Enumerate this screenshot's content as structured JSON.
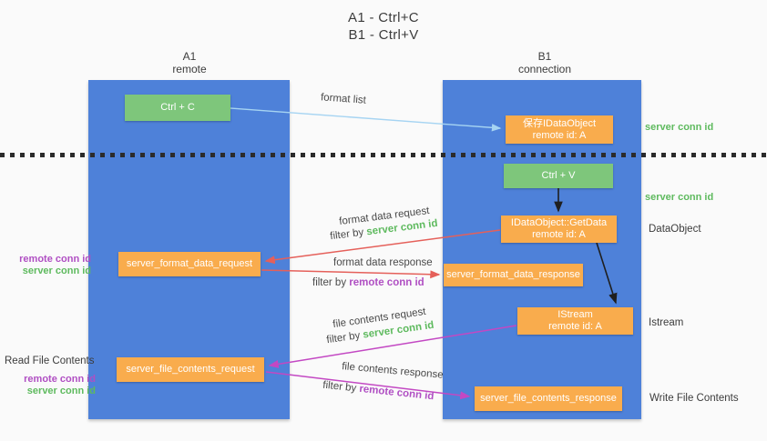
{
  "title": {
    "line1": "A1 - Ctrl+C",
    "line2": "B1 - Ctrl+V"
  },
  "columns": {
    "a1": {
      "name": "A1",
      "subtitle": "remote"
    },
    "b1": {
      "name": "B1",
      "subtitle": "connection"
    }
  },
  "nodes": {
    "ctrl_c": {
      "label": "Ctrl + C"
    },
    "ctrl_v": {
      "label": "Ctrl + V"
    },
    "save_idataobject": {
      "line1": "保存IDataObject",
      "line2": "remote id: A"
    },
    "idataobject_getdata": {
      "line1": "IDataObject::GetData",
      "line2": "remote id: A"
    },
    "istream": {
      "line1": "IStream",
      "line2": "remote id: A"
    },
    "server_format_data_request": {
      "label": "server_format_data_request"
    },
    "server_format_data_response": {
      "label": "server_format_data_response"
    },
    "server_file_contents_request": {
      "label": "server_file_contents_request"
    },
    "server_file_contents_response": {
      "label": "server_file_contents_response"
    }
  },
  "arrows": {
    "format_list": {
      "label": "format list"
    },
    "format_data_request": {
      "label": "format data request",
      "filter_prefix": "filter by ",
      "filter_key": "server conn id"
    },
    "format_data_response": {
      "label": "format data response",
      "filter_prefix": "filter by ",
      "filter_key": "remote conn id"
    },
    "file_contents_request": {
      "label": "file contents request",
      "filter_prefix": "filter by ",
      "filter_key": "server conn id"
    },
    "file_contents_response": {
      "label": "file contents response",
      "filter_prefix": "filter by ",
      "filter_key": "remote conn id"
    }
  },
  "annotations": {
    "server_conn_id_top": "server conn id",
    "server_conn_id_mid": "server conn id",
    "dataobject": "DataObject",
    "istream": "Istream",
    "read_file_contents": "Read File Contents",
    "write_file_contents": "Write File Contents",
    "left_group_1": {
      "remote": "remote conn id",
      "server": "server conn id"
    },
    "left_group_2": {
      "remote": "remote conn id",
      "server": "server conn id"
    }
  },
  "colors": {
    "background": "#fafafa",
    "column_blue": "#4e81d9",
    "box_green": "#7ec67b",
    "box_orange": "#f9ac4d",
    "text_green": "#5eba5e",
    "text_purple": "#b04fc3",
    "arrow_red": "#e5605a",
    "arrow_magenta": "#c348c3",
    "arrow_lightblue": "#a6d4f2",
    "arrow_black": "#1f1f1f"
  }
}
